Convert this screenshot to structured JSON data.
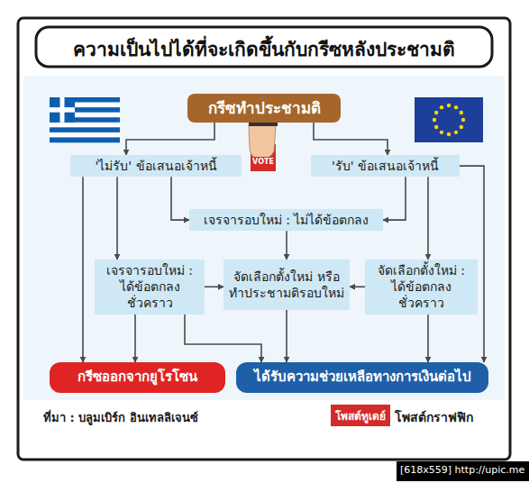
{
  "diagram": {
    "title": "ความเป็นไปได้ที่จะเกิดขึ้นกับกรีซหลังประชามติ",
    "nodes": [
      {
        "text": [
          "กรีซทำประชามติ"
        ]
      },
      {
        "text": [
          "'ไม่รับ' ข้อเสนอเจ้าหนี้"
        ]
      },
      {
        "text": [
          "'รับ' ข้อเสนอเจ้าหนี้"
        ]
      },
      {
        "text": [
          "เจรจารอบใหม่ : ไม่ได้ข้อตกลง"
        ]
      },
      {
        "text": [
          "เจรจารอบใหม่ : ได้ข้อตกลงชั่วคราว"
        ]
      },
      {
        "text": [
          "จัดเลือกตั้งใหม่ หรือ ทำประชามติรอบใหม่"
        ]
      },
      {
        "text": [
          "จัดเลือกตั้งใหม่ : ได้ข้อตกลงชั่วคราว"
        ]
      },
      {
        "text": [
          "กรีซออกจากยูโรโซน"
        ]
      },
      {
        "text": [
          "ได้รับความช่วยเหลือทางการเงินต่อไป"
        ]
      }
    ],
    "edges": [
      {
        "from": 0,
        "to": 1,
        "arrow": "to"
      },
      {
        "from": 0,
        "to": 2,
        "arrow": "to"
      },
      {
        "from": 1,
        "to": 3,
        "arrow": "to"
      },
      {
        "from": 2,
        "to": 3,
        "arrow": "to"
      },
      {
        "from": 1,
        "to": 4,
        "arrow": "to"
      },
      {
        "from": 1,
        "to": 7,
        "arrow": "to"
      },
      {
        "from": 3,
        "to": 5,
        "arrow": "to"
      },
      {
        "from": 2,
        "to": 6,
        "arrow": "to"
      },
      {
        "from": 2,
        "to": 8,
        "arrow": "to"
      },
      {
        "from": 4,
        "to": 5,
        "arrow": "to"
      },
      {
        "from": 6,
        "to": 5,
        "arrow": "to"
      },
      {
        "from": 4,
        "to": 7,
        "arrow": "to"
      },
      {
        "from": 4,
        "to": 8,
        "arrow": "to"
      },
      {
        "from": 5,
        "to": 8,
        "arrow": "to"
      },
      {
        "from": 6,
        "to": 8,
        "arrow": "to"
      }
    ],
    "labels": [
      "VOTE",
      "ที่มา : บลูมเบิร์ก อินเทลลิเจนซ์",
      "โพสต์ทูเดย์",
      "โพสต์กราฟฟิก",
      "[618x559] http://upic.me"
    ]
  }
}
